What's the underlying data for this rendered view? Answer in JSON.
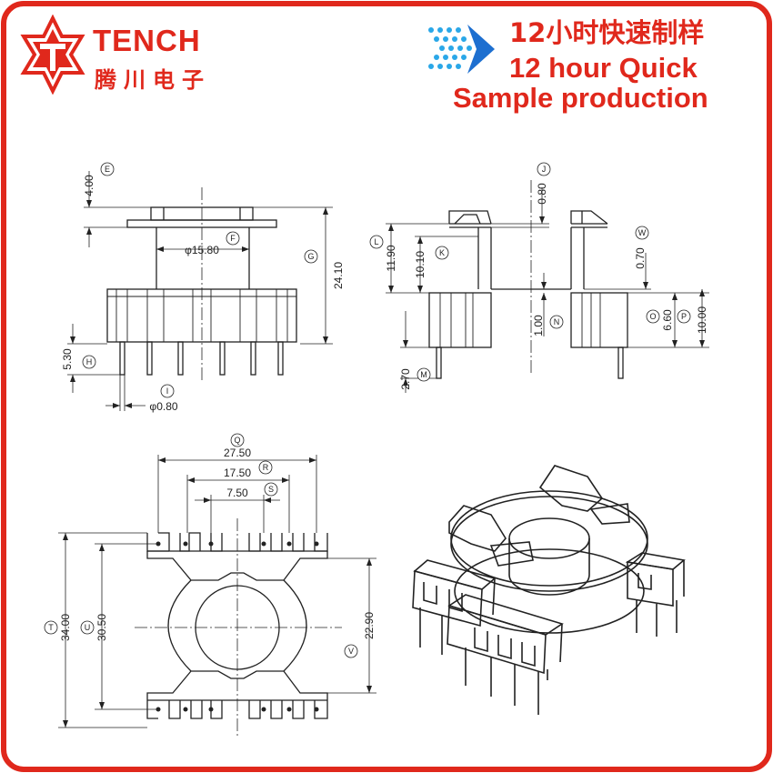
{
  "header": {
    "brand_name": "TENCH",
    "brand_cn": "腾川电子",
    "slogan_cn": "12小时快速制样",
    "slogan_en_line1": "12 hour Quick",
    "slogan_en_line2": "Sample production"
  },
  "colors": {
    "brand_red": "#e0281c",
    "accent_blue": "#2aa7e8",
    "line": "#222222"
  },
  "drawing": {
    "front_view": {
      "dim_E": "4.00",
      "label_E": "E",
      "dim_F": "φ15.80",
      "label_F": "F",
      "dim_G": "24.10",
      "label_G": "G",
      "dim_H": "5.30",
      "label_H": "H",
      "dim_I": "φ0.80",
      "label_I": "I"
    },
    "side_view": {
      "dim_J": "0.80",
      "label_J": "J",
      "dim_K": "10.10",
      "label_K": "K",
      "dim_L": "11.90",
      "label_L": "L",
      "dim_W": "0.70",
      "label_W": "W",
      "dim_N": "1.00",
      "label_N": "N",
      "dim_O": "6.60",
      "label_O": "O",
      "dim_P": "10.00",
      "label_P": "P",
      "dim_M": "2.70",
      "label_M": "M"
    },
    "bottom_view": {
      "dim_Q": "27.50",
      "label_Q": "Q",
      "dim_R": "17.50",
      "label_R": "R",
      "dim_S": "7.50",
      "label_S": "S",
      "dim_T": "34.00",
      "label_T": "T",
      "dim_U": "30.50",
      "label_U": "U",
      "dim_V": "22.90",
      "label_V": "V"
    }
  }
}
